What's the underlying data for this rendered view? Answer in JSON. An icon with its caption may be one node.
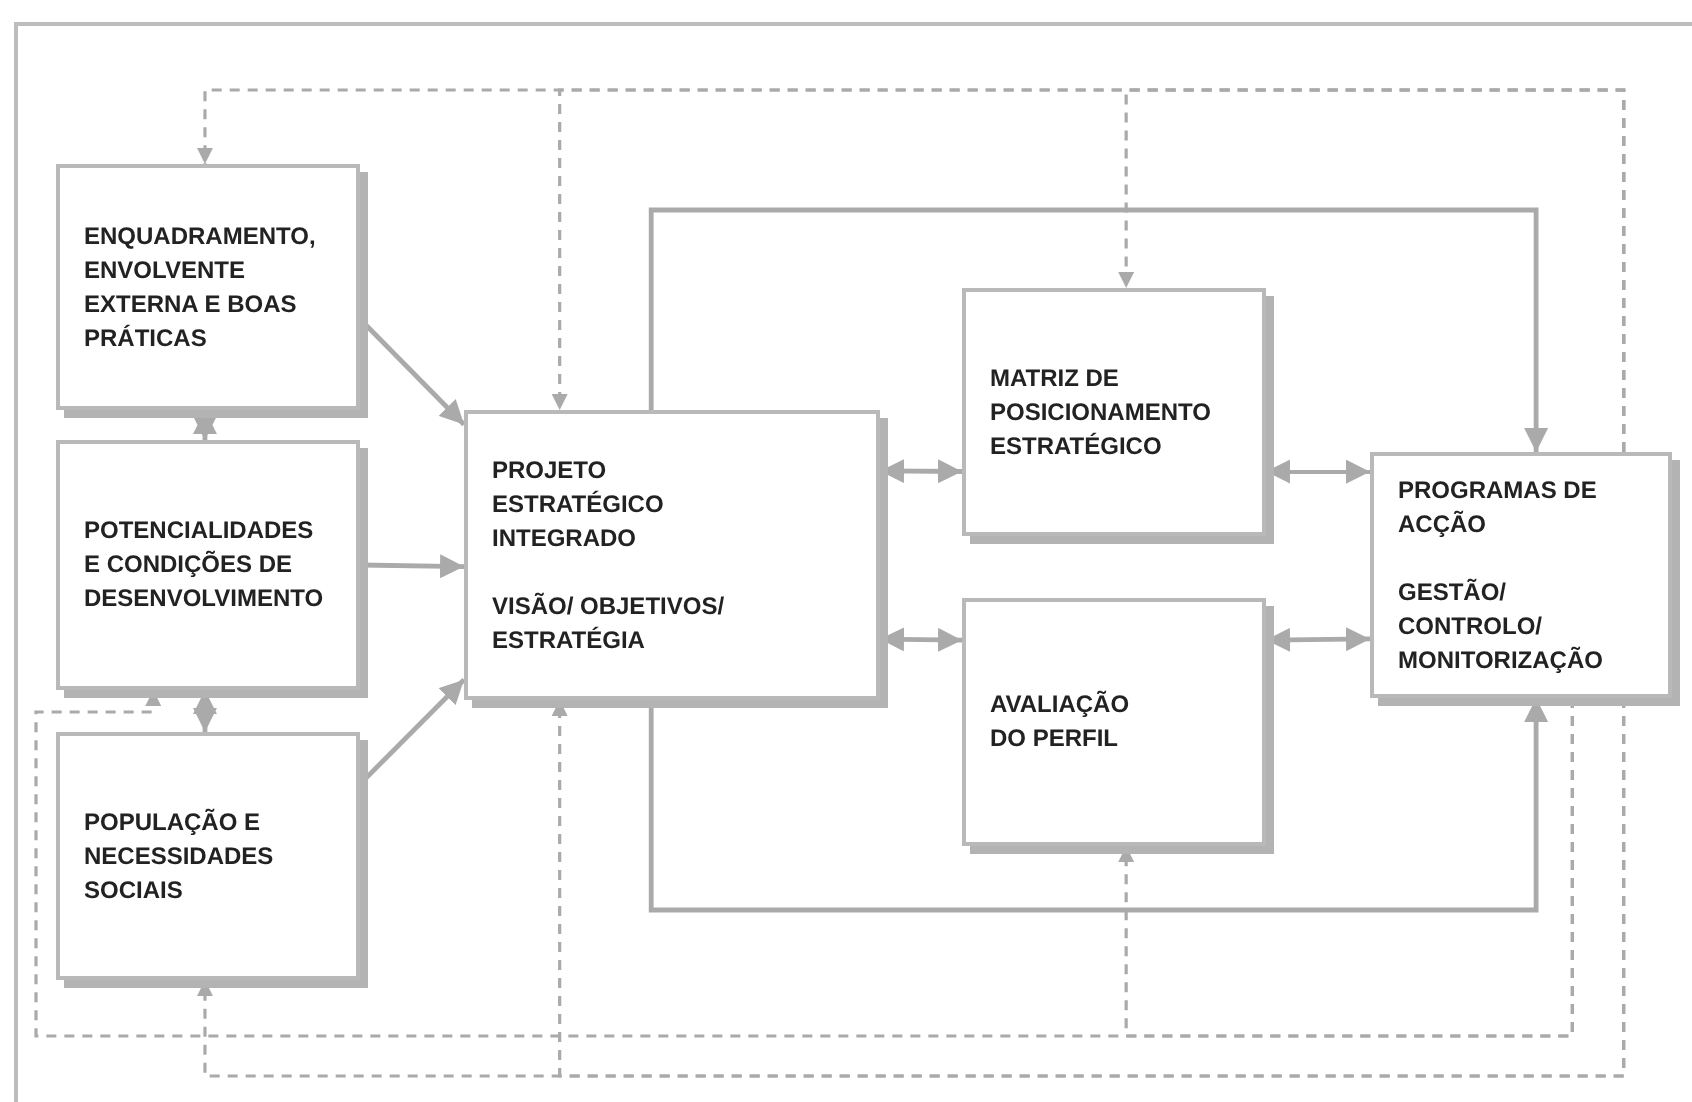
{
  "diagram": {
    "nodes": [
      {
        "text": [
          "ENQUADRAMENTO, ENVOLVENTE EXTERNA E BOAS PRÁTICAS"
        ]
      },
      {
        "text": [
          "POTENCIALIDADES E CONDIÇÕES DE DESENVOLVIMENTO"
        ]
      },
      {
        "text": [
          "POPULAÇÃO E NECESSIDADES SOCIAIS"
        ]
      },
      {
        "text": [
          "PROJETO ESTRATÉGICO INTEGRADO",
          "VISÃO/ OBJETIVOS/ ESTRATÉGIA"
        ]
      },
      {
        "text": [
          "MATRIZ DE POSICIONAMENTO ESTRATÉGICO"
        ]
      },
      {
        "text": [
          "AVALIAÇÃO DO PERFIL"
        ]
      },
      {
        "text": [
          "PROGRAMAS DE ACÇÃO",
          "GESTÃO/ CONTROLO/ MONITORIZAÇÃO"
        ]
      }
    ],
    "edges": [
      {
        "from": 0,
        "to": 3,
        "arrow": "to"
      },
      {
        "from": 1,
        "to": 3,
        "arrow": "to"
      },
      {
        "from": 2,
        "to": 3,
        "arrow": "to"
      },
      {
        "from": 0,
        "to": 1,
        "arrow": "both"
      },
      {
        "from": 1,
        "to": 2,
        "arrow": "both"
      },
      {
        "from": 3,
        "to": 4,
        "arrow": "both"
      },
      {
        "from": 3,
        "to": 5,
        "arrow": "both"
      },
      {
        "from": 4,
        "to": 6,
        "arrow": "both"
      },
      {
        "from": 5,
        "to": 6,
        "arrow": "both"
      },
      {
        "from": 3,
        "to": 6,
        "arrow": "to"
      },
      {
        "from": 3,
        "to": 6,
        "arrow": "to"
      },
      {
        "from": 6,
        "to": 0,
        "arrow": "to",
        "style": "dashed"
      },
      {
        "from": 6,
        "to": 3,
        "arrow": "to",
        "style": "dashed"
      },
      {
        "from": 6,
        "to": 4,
        "arrow": "to",
        "style": "dashed"
      },
      {
        "from": 6,
        "to": 1,
        "arrow": "to",
        "style": "dashed"
      },
      {
        "from": 6,
        "to": 5,
        "arrow": "to",
        "style": "dashed"
      },
      {
        "from": 6,
        "to": 2,
        "arrow": "to",
        "style": "dashed"
      },
      {
        "from": 6,
        "to": 3,
        "arrow": "to",
        "style": "dashed"
      }
    ]
  }
}
